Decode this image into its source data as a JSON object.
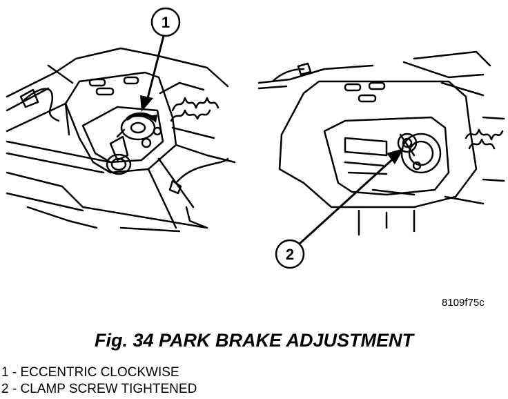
{
  "figure": {
    "code": "8109f75c",
    "title": "Fig. 34 PARK BRAKE ADJUSTMENT",
    "callouts": [
      "1",
      "2"
    ],
    "legend": [
      {
        "text": "1 - ECCENTRIC CLOCKWISE"
      },
      {
        "text": "2 - CLAMP SCREW TIGHTENED"
      }
    ]
  }
}
